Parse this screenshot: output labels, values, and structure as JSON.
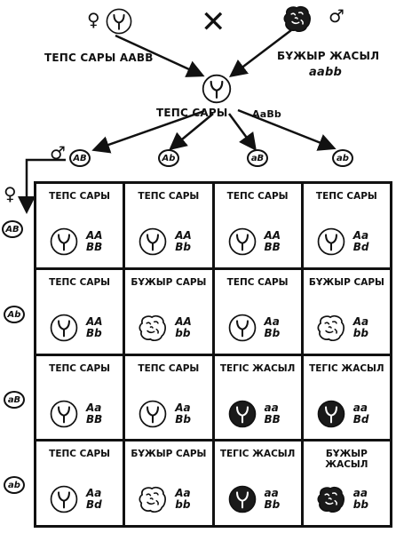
{
  "parents": {
    "female_symbol": "♀",
    "male_symbol": "♂",
    "cross_symbol": "✕",
    "female_label": "ТЕПС САРЫ ААВВ",
    "male_phenotype": "БҰЖЫР ЖАСЫЛ",
    "male_genotype": "aabb"
  },
  "f1": {
    "phenotype": "ТЕПС САРЫ",
    "genotype": "AaBb"
  },
  "gametes_top": [
    "AB",
    "Ab",
    "aB",
    "ab"
  ],
  "gametes_left": [
    "AB",
    "Ab",
    "aB",
    "ab"
  ],
  "grid": [
    [
      {
        "phenotype": "ТЕПС САРЫ",
        "g1": "AA",
        "g2": "BB",
        "seed": "smooth-yellow"
      },
      {
        "phenotype": "ТЕПС САРЫ",
        "g1": "AA",
        "g2": "Bb",
        "seed": "smooth-yellow"
      },
      {
        "phenotype": "ТЕПС САРЫ",
        "g1": "AA",
        "g2": "BB",
        "seed": "smooth-yellow"
      },
      {
        "phenotype": "ТЕПС САРЫ",
        "g1": "Aa",
        "g2": "Bd",
        "seed": "smooth-yellow"
      }
    ],
    [
      {
        "phenotype": "ТЕПС САРЫ",
        "g1": "AA",
        "g2": "Bb",
        "seed": "smooth-yellow"
      },
      {
        "phenotype": "БҰЖЫР САРЫ",
        "g1": "AA",
        "g2": "bb",
        "seed": "wrinkled-yellow"
      },
      {
        "phenotype": "ТЕПС САРЫ",
        "g1": "Aa",
        "g2": "Bb",
        "seed": "smooth-yellow"
      },
      {
        "phenotype": "БҰЖЫР САРЫ",
        "g1": "Aa",
        "g2": "bb",
        "seed": "wrinkled-yellow"
      }
    ],
    [
      {
        "phenotype": "ТЕПС САРЫ",
        "g1": "Aa",
        "g2": "BB",
        "seed": "smooth-yellow"
      },
      {
        "phenotype": "ТЕПС САРЫ",
        "g1": "Aa",
        "g2": "Bb",
        "seed": "smooth-yellow"
      },
      {
        "phenotype": "ТЕГІС ЖАСЫЛ",
        "g1": "aa",
        "g2": "BB",
        "seed": "smooth-green"
      },
      {
        "phenotype": "ТЕГІС ЖАСЫЛ",
        "g1": "aa",
        "g2": "Bd",
        "seed": "smooth-green"
      }
    ],
    [
      {
        "phenotype": "ТЕПС САРЫ",
        "g1": "Aa",
        "g2": "Bd",
        "seed": "smooth-yellow"
      },
      {
        "phenotype": "БҰЖЫР САРЫ",
        "g1": "Aa",
        "g2": "bb",
        "seed": "wrinkled-yellow"
      },
      {
        "phenotype": "ТЕГІС ЖАСЫЛ",
        "g1": "aa",
        "g2": "Bb",
        "seed": "smooth-green"
      },
      {
        "phenotype": "БҰЖЫР ЖАСЫЛ",
        "g1": "aa",
        "g2": "bb",
        "seed": "wrinkled-green"
      }
    ]
  ],
  "icons": {
    "smooth-yellow": "smooth-yellow-pea-icon",
    "wrinkled-yellow": "wrinkled-yellow-pea-icon",
    "smooth-green": "smooth-green-pea-icon",
    "wrinkled-green": "wrinkled-green-pea-icon"
  },
  "colors": {
    "ink": "#111111",
    "paper": "#ffffff"
  }
}
